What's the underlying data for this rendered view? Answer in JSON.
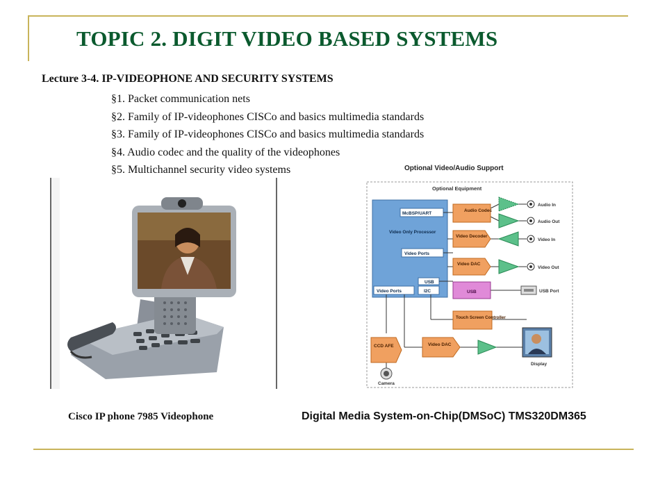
{
  "slide": {
    "title": "TOPIC 2.  DIGIT VIDEO BASED SYSTEMS",
    "lecture": "Lecture 3-4.  IP-VIDEOPHONE AND SECURITY SYSTEMS",
    "sections": [
      "§1. Packet communication nets",
      "§2. Family of  IP-videophones CISCo  and basics multimedia standards",
      "§3. Family of  IP-videophones CISCo  and basics multimedia standards",
      "§4.  Audio codec and the quality of  the videophones",
      "§5.  Multichannel security  video systems"
    ],
    "caption_left": "Cisco IP phone 7985 Videophone",
    "caption_right": "Digital Media System-on-Chip(DMSoC) TMS320DM365",
    "accent_color": "#c8b45a",
    "title_color": "#0b5a2e"
  },
  "diagram": {
    "heading": "Optional Video/Audio Support",
    "box_label": "Optional Equipment",
    "processor": "Video Only Processor",
    "mcbsp": "McBSP/UART",
    "video_ports_a": "Video Ports",
    "usb_port_label": "USB",
    "video_ports_b": "Video Ports",
    "i2c": "I2C",
    "audio_codec": "Audio Codec",
    "video_decoder": "Video Decoder",
    "video_dac_1": "Video DAC",
    "usb_block": "USB",
    "touch_screen": "Touch Screen Controller",
    "ccd_afe": "CCD AFE",
    "video_dac_2": "Video DAC",
    "audio_in": "Audio In",
    "audio_out": "Audio Out",
    "video_in": "Video In",
    "video_out": "Video Out",
    "usb_port": "USB Port",
    "display": "Display",
    "camera": "Camera"
  },
  "colors": {
    "processor_fill": "#6fa3d8",
    "block_fill": "#f0a060",
    "usb_fill": "#e08ad8",
    "amp_fill": "#5cc08a"
  }
}
